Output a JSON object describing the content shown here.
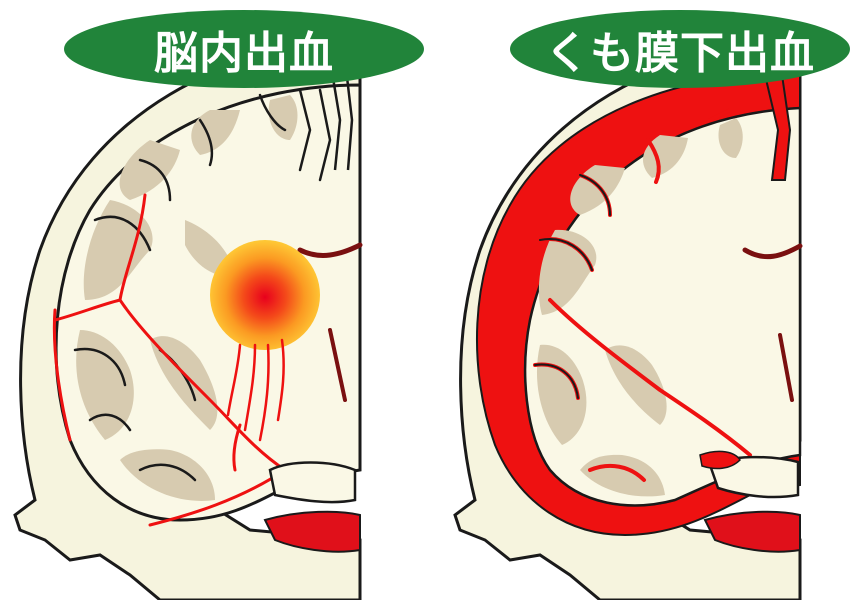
{
  "panels": [
    {
      "id": "intracerebral",
      "label": "脳内出血"
    },
    {
      "id": "subarachnoid",
      "label": "くも膜下出血"
    }
  ],
  "colors": {
    "label_background": "#21843a",
    "label_text": "#ffffff",
    "skull": "#f6f4de",
    "brain_white_matter": "#faf8e6",
    "brain_cortex": "#d7cbb0",
    "outline": "#1a1a1a",
    "blood": "#ee1111",
    "hemorrhage_core": "#e8001c",
    "hemorrhage_edge": "#ffd23a",
    "dark_vessel": "#7a1010"
  },
  "icons": [
    "hemorrhage-spot",
    "blood-vessel",
    "skull",
    "brain-cross-section"
  ]
}
